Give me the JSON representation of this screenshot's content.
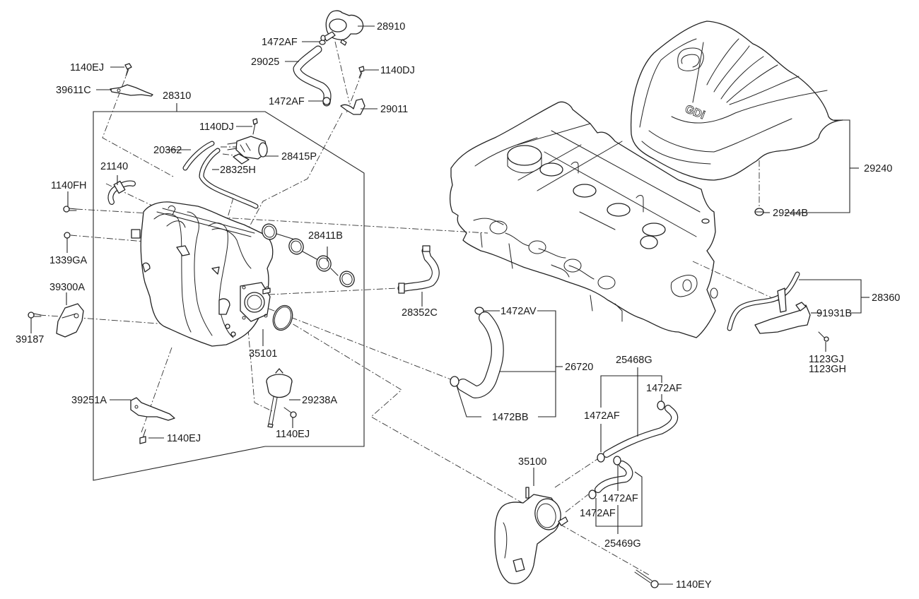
{
  "diagram": {
    "title": "Intake manifold & engine cover exploded parts diagram",
    "cover_logo": "GDi",
    "callouts": [
      {
        "id": "c-28910",
        "part_no": "28910",
        "part": "purge-control-valve"
      },
      {
        "id": "c-1472AF-a",
        "part_no": "1472AF",
        "part": "hose-clamp"
      },
      {
        "id": "c-29025",
        "part_no": "29025",
        "part": "purge-hose"
      },
      {
        "id": "c-1472AF-b",
        "part_no": "1472AF",
        "part": "hose-clamp"
      },
      {
        "id": "c-1140DJ-a",
        "part_no": "1140DJ",
        "part": "bolt"
      },
      {
        "id": "c-29011",
        "part_no": "29011",
        "part": "valve-bracket"
      },
      {
        "id": "c-1140EJ-a",
        "part_no": "1140EJ",
        "part": "bolt"
      },
      {
        "id": "c-39611C",
        "part_no": "39611C",
        "part": "wiring-bracket"
      },
      {
        "id": "c-28310",
        "part_no": "28310",
        "part": "intake-manifold-assembly"
      },
      {
        "id": "c-1140DJ-b",
        "part_no": "1140DJ",
        "part": "bolt"
      },
      {
        "id": "c-20362",
        "part_no": "20362",
        "part": "vacuum-hose"
      },
      {
        "id": "c-28415P",
        "part_no": "28415P",
        "part": "solenoid-valve"
      },
      {
        "id": "c-28325H",
        "part_no": "28325H",
        "part": "vacuum-hose"
      },
      {
        "id": "c-21140",
        "part_no": "21140",
        "part": "pcv-hose"
      },
      {
        "id": "c-1140FH",
        "part_no": "1140FH",
        "part": "bolt"
      },
      {
        "id": "c-1339GA",
        "part_no": "1339GA",
        "part": "nut"
      },
      {
        "id": "c-28411B",
        "part_no": "28411B",
        "part": "manifold-gasket"
      },
      {
        "id": "c-39300A",
        "part_no": "39300A",
        "part": "map-sensor"
      },
      {
        "id": "c-39187",
        "part_no": "39187",
        "part": "sensor-bolt"
      },
      {
        "id": "c-35101",
        "part_no": "35101",
        "part": "throttle-body-gasket"
      },
      {
        "id": "c-28352C",
        "part_no": "28352C",
        "part": "brake-booster-hose"
      },
      {
        "id": "c-1472AV",
        "part_no": "1472AV",
        "part": "hose-clamp"
      },
      {
        "id": "c-26720",
        "part_no": "26720",
        "part": "ventilation-hose"
      },
      {
        "id": "c-1472BB",
        "part_no": "1472BB",
        "part": "hose-clamp"
      },
      {
        "id": "c-39251A",
        "part_no": "39251A",
        "part": "bracket"
      },
      {
        "id": "c-29238A",
        "part_no": "29238A",
        "part": "vacuum-actuator"
      },
      {
        "id": "c-1140EJ-b",
        "part_no": "1140EJ",
        "part": "bolt"
      },
      {
        "id": "c-1140EJ-c",
        "part_no": "1140EJ",
        "part": "bolt"
      },
      {
        "id": "c-29240",
        "part_no": "29240",
        "part": "engine-cover-assembly"
      },
      {
        "id": "c-29244B",
        "part_no": "29244B",
        "part": "cover-grommet"
      },
      {
        "id": "c-28360",
        "part_no": "28360",
        "part": "pipe-assembly"
      },
      {
        "id": "c-91931B",
        "part_no": "91931B",
        "part": "wiring-bracket"
      },
      {
        "id": "c-1123GJ",
        "part_no": "1123GJ",
        "part": "bolt"
      },
      {
        "id": "c-1123GH",
        "part_no": "1123GH",
        "part": "bolt"
      },
      {
        "id": "c-25468G",
        "part_no": "25468G",
        "part": "coolant-hose-assembly"
      },
      {
        "id": "c-1472AF-c",
        "part_no": "1472AF",
        "part": "hose-clamp"
      },
      {
        "id": "c-1472AF-d",
        "part_no": "1472AF",
        "part": "hose-clamp"
      },
      {
        "id": "c-35100",
        "part_no": "35100",
        "part": "throttle-body"
      },
      {
        "id": "c-1472AF-e",
        "part_no": "1472AF",
        "part": "hose-clamp"
      },
      {
        "id": "c-1472AF-f",
        "part_no": "1472AF",
        "part": "hose-clamp"
      },
      {
        "id": "c-25469G",
        "part_no": "25469G",
        "part": "coolant-hose-assembly"
      },
      {
        "id": "c-1140EY",
        "part_no": "1140EY",
        "part": "bolt"
      }
    ]
  }
}
